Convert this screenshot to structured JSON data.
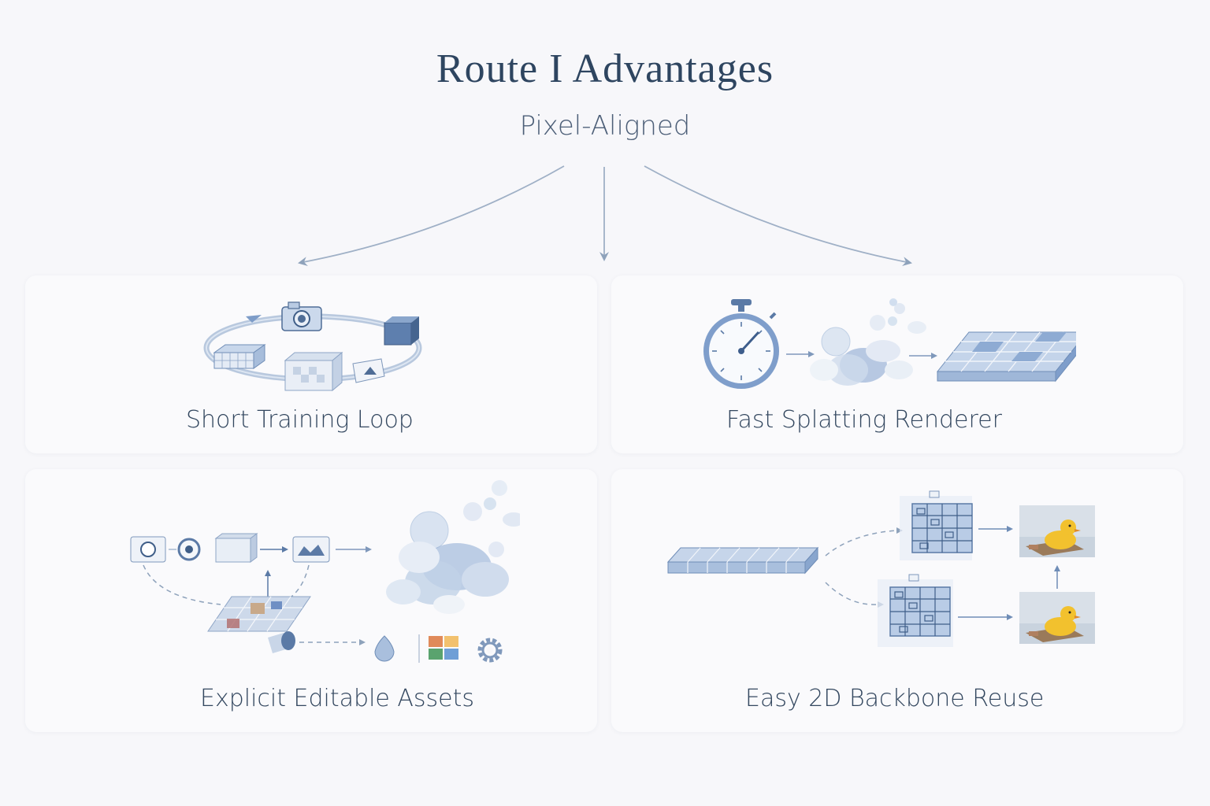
{
  "header": {
    "title": "Route I Advantages",
    "subtitle": "Pixel-Aligned"
  },
  "panels": [
    {
      "label": "Short Training Loop",
      "icon": "training-loop-icon"
    },
    {
      "label": "Fast Splatting Renderer",
      "icon": "stopwatch-splat-render-icon"
    },
    {
      "label": "Explicit Editable Assets",
      "icon": "editable-assets-icon"
    },
    {
      "label": "Easy 2D Backbone Reuse",
      "icon": "backbone-reuse-icon"
    }
  ],
  "colors": {
    "title": "#2e4560",
    "accent_blue": "#6f93c4",
    "light_blue": "#c9d8ec",
    "line": "#8fa3bd",
    "duck": "#f2c12e"
  }
}
